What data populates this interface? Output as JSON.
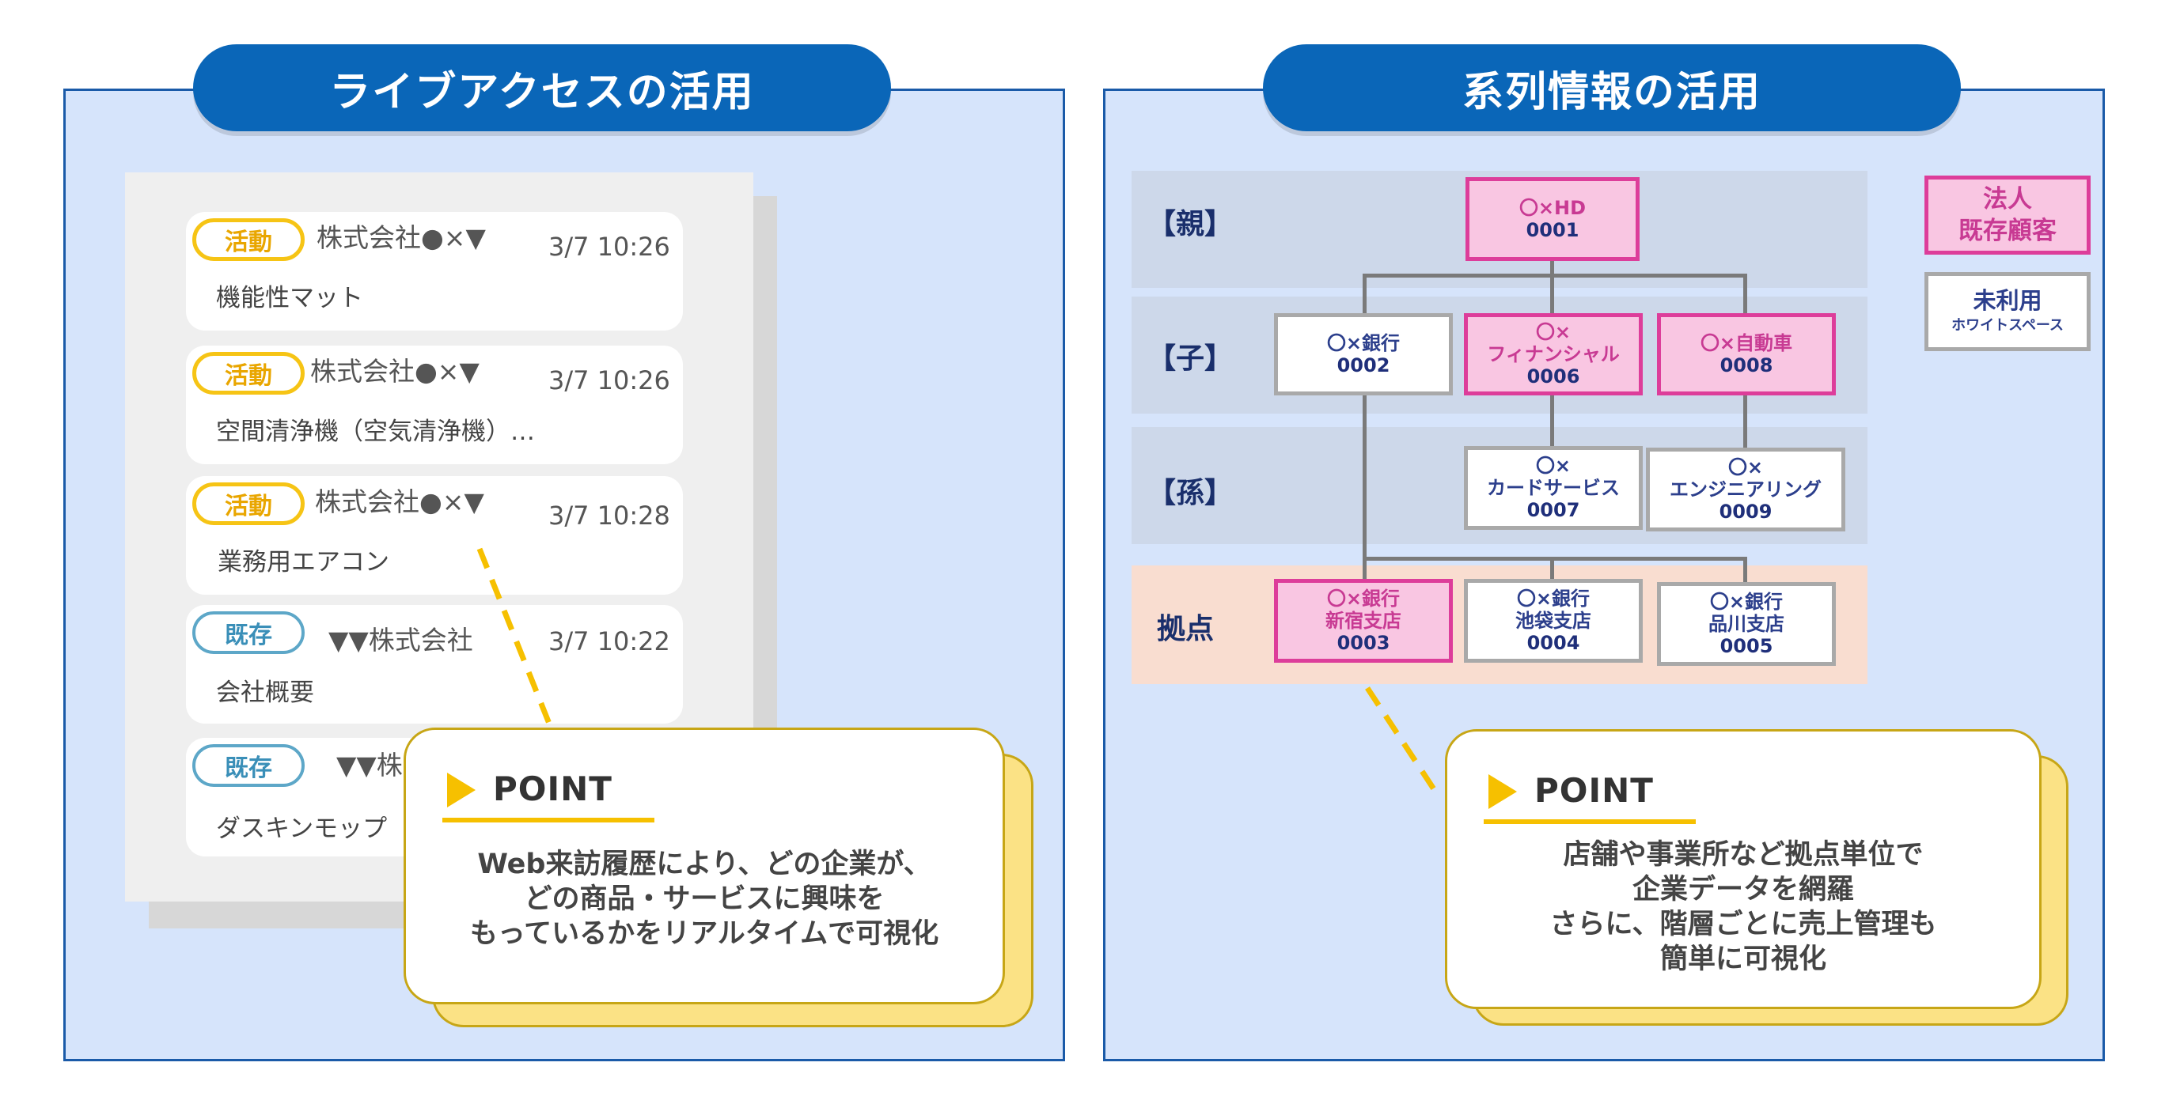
{
  "left_panel": {
    "title": "ライブアクセスの活用",
    "entries": [
      {
        "tag": "活動",
        "company": "株式会社●×▼",
        "time": "3/7 10:26",
        "product": "機能性マット"
      },
      {
        "tag": "活動",
        "company": "株式会社●×▼",
        "time": "3/7 10:26",
        "product": "空間清浄機（空気清浄機）…"
      },
      {
        "tag": "活動",
        "company": "株式会社●×▼",
        "time": "3/7 10:28",
        "product": "業務用エアコン"
      },
      {
        "tag": "既存",
        "company": "▼▼株式会社",
        "time": "3/7 10:22",
        "product": "会社概要"
      },
      {
        "tag": "既存",
        "company": "▼▼株",
        "time": "",
        "product": "ダスキンモップ"
      }
    ],
    "point": {
      "label": "POINT",
      "lines": [
        "Web来訪履歴により、どの企業が、",
        "どの商品・サービスに興味を",
        "もっているかをリアルタイムで可視化"
      ]
    }
  },
  "right_panel": {
    "title": "系列情報の活用",
    "levels": {
      "parent": "【親】",
      "child": "【子】",
      "grandchild": "【孫】",
      "base": "拠点"
    },
    "nodes": {
      "hd": {
        "name": "〇×HD",
        "code": "0001"
      },
      "bank": {
        "name": "〇×銀行",
        "code": "0002"
      },
      "fin": {
        "name1": "〇×",
        "name2": "フィナンシャル",
        "code": "0006"
      },
      "auto": {
        "name": "〇×自動車",
        "code": "0008"
      },
      "card": {
        "name1": "〇×",
        "name2": "カードサービス",
        "code": "0007"
      },
      "eng": {
        "name1": "〇×",
        "name2": "エンジニアリング",
        "code": "0009"
      },
      "shinjuku": {
        "name1": "〇×銀行",
        "name2": "新宿支店",
        "code": "0003"
      },
      "ikebukuro": {
        "name1": "〇×銀行",
        "name2": "池袋支店",
        "code": "0004"
      },
      "shinagawa": {
        "name1": "〇×銀行",
        "name2": "品川支店",
        "code": "0005"
      }
    },
    "legend": {
      "existing_line1": "法人",
      "existing_line2": "既存顧客",
      "unused_line1": "未利用",
      "unused_line2": "ホワイトスペース"
    },
    "point": {
      "label": "POINT",
      "lines": [
        "店舗や事業所など拠点単位で",
        "企業データを網羅",
        "さらに、階層ごとに売上管理も",
        "簡単に可視化"
      ]
    }
  },
  "colors": {
    "panel_bg": "#d6e4fb",
    "title_bg": "#0a66b8",
    "active_tag": "#f6c415",
    "existing_tag": "#5da7c8",
    "existing_customer_node": "#f9c6e2",
    "callout_accent": "#f6c000"
  }
}
